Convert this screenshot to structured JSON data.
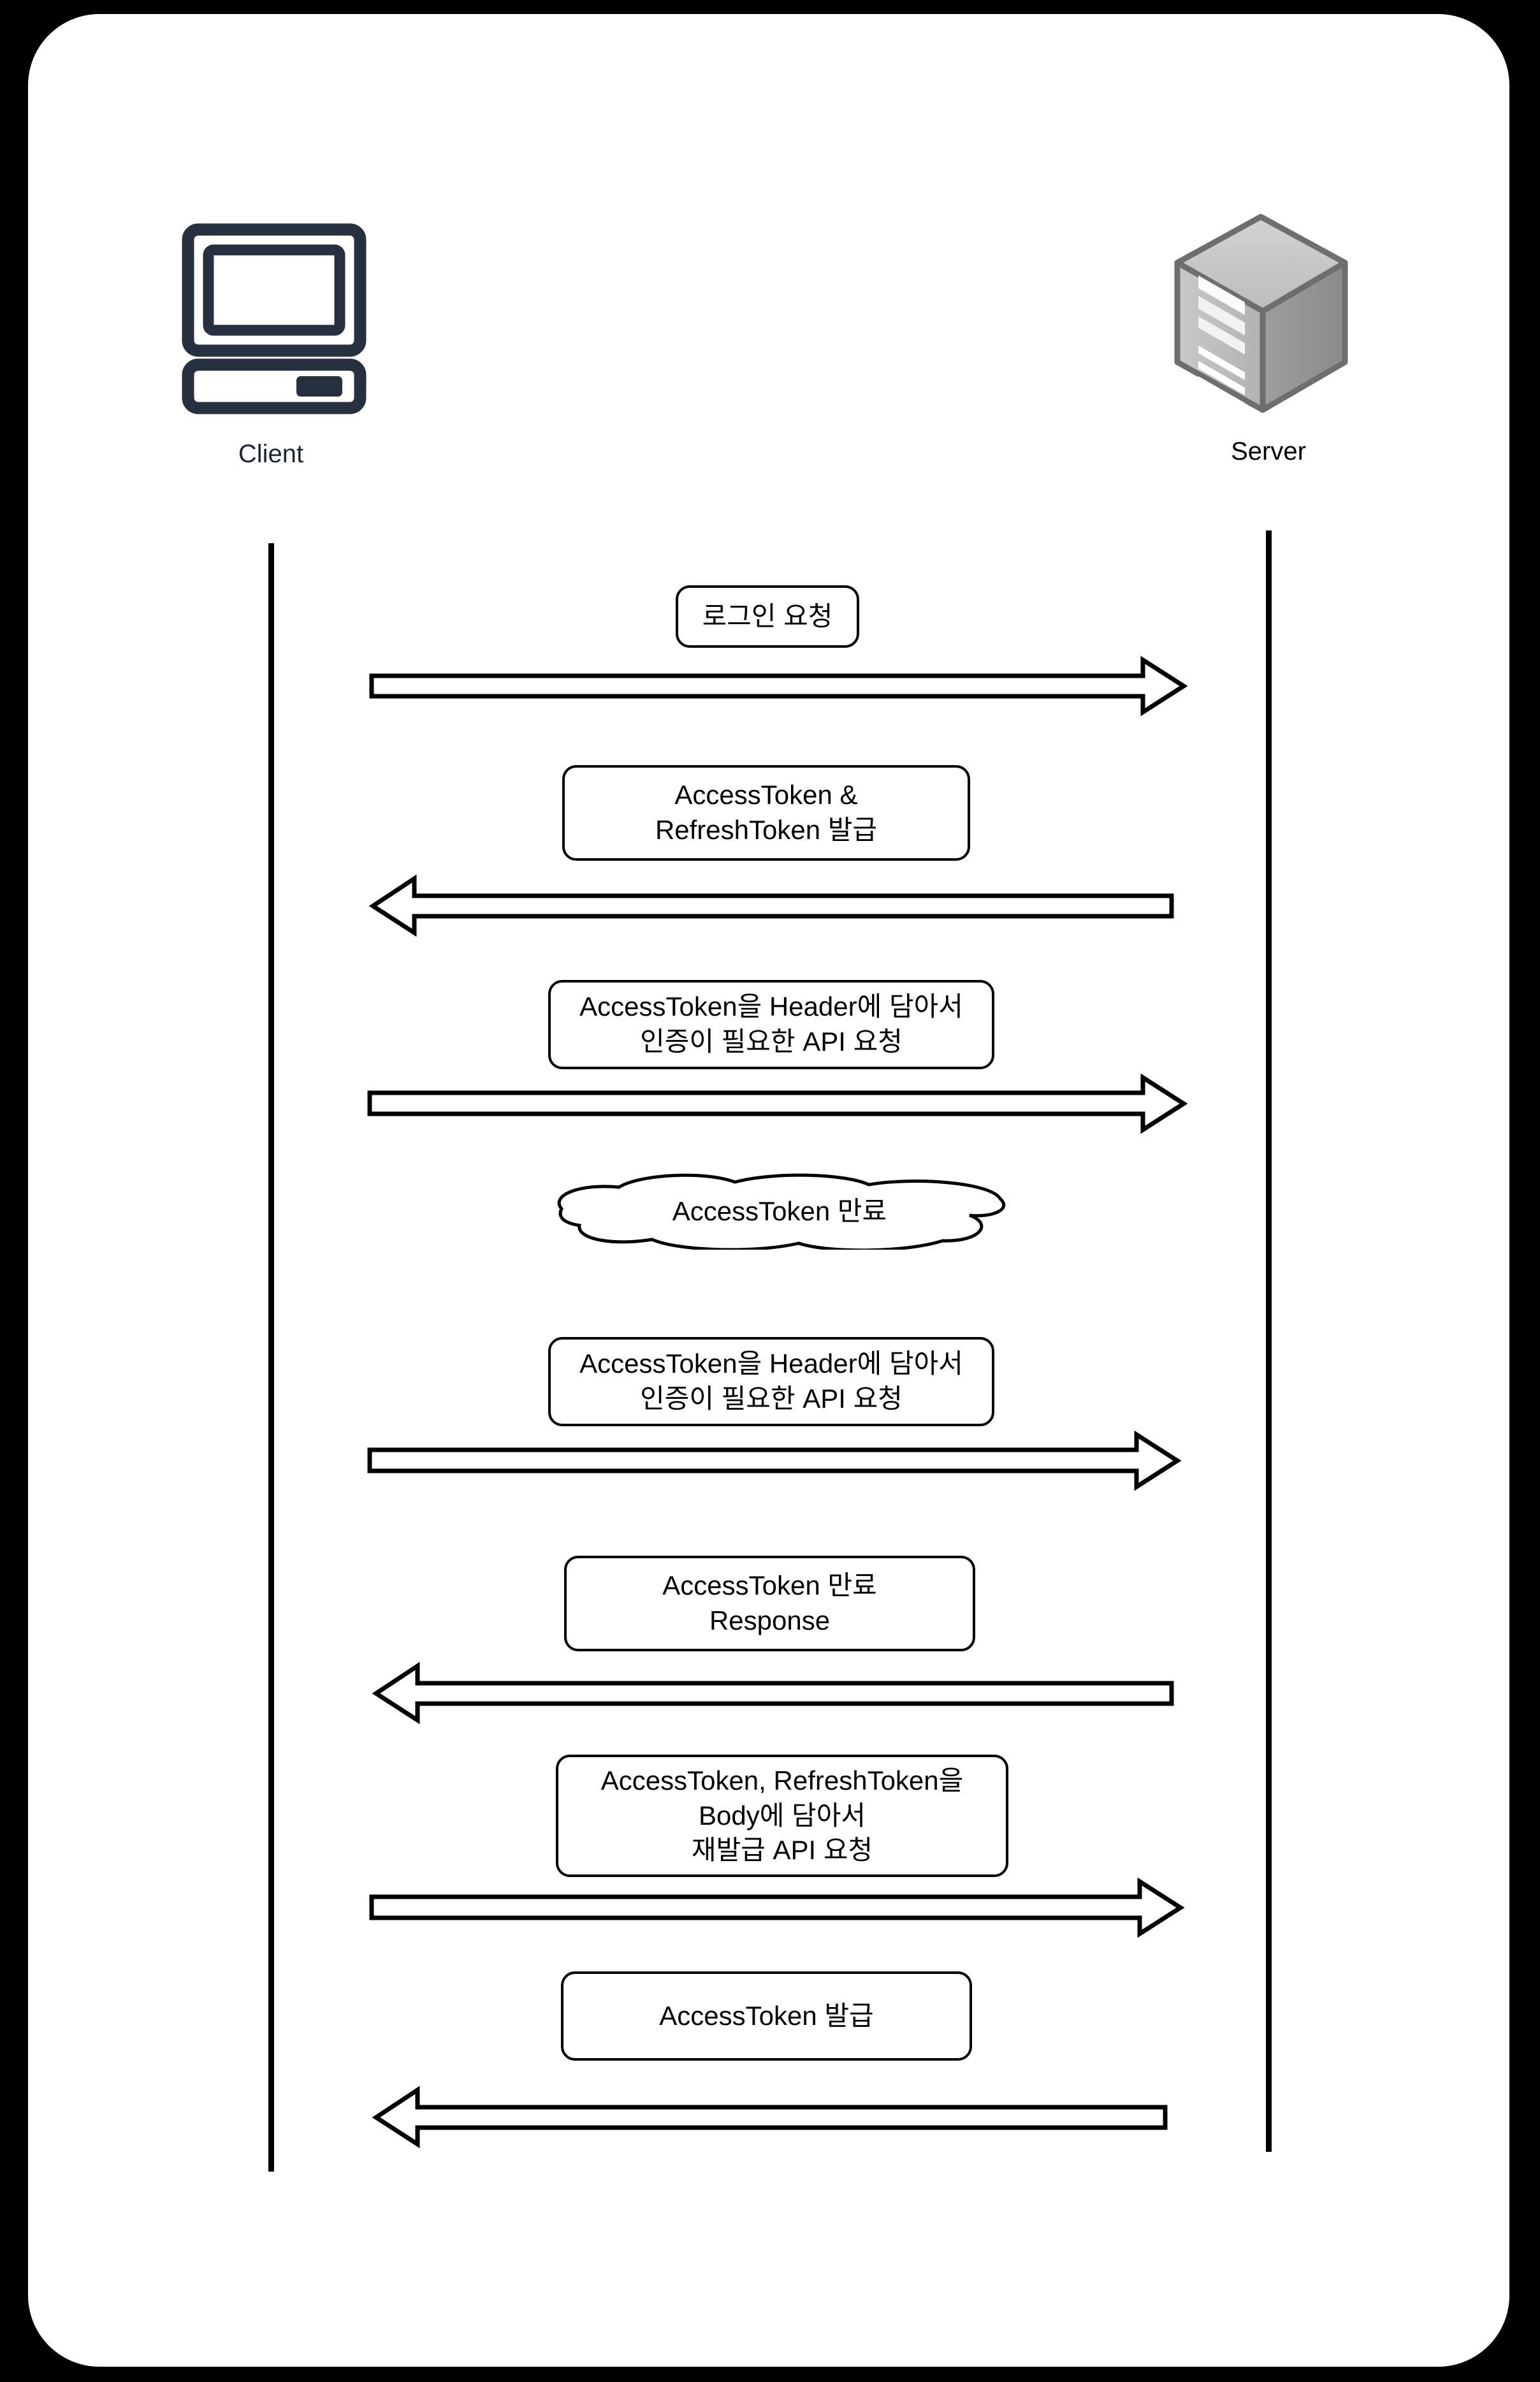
{
  "diagram": {
    "title": "JWT AccessToken / RefreshToken sequence diagram",
    "frame_background": "#000000",
    "page_background": "#ffffff",
    "actors": [
      {
        "id": "client",
        "label": "Client",
        "icon": "desktop-computer-icon",
        "color": "#27303f"
      },
      {
        "id": "server",
        "label": "Server",
        "icon": "server-tower-icon",
        "color": "#8c8c8c"
      }
    ],
    "messages": [
      {
        "index": 1,
        "label": "로그인 요청",
        "direction": "client-to-server",
        "shape": "rounded-rect",
        "lines": 1
      },
      {
        "index": 2,
        "label": "AccessToken &\nRefreshToken 발급",
        "direction": "server-to-client",
        "shape": "rounded-rect",
        "lines": 2
      },
      {
        "index": 3,
        "label": "AccessToken을 Header에 담아서\n인증이 필요한 API 요청",
        "direction": "client-to-server",
        "shape": "rounded-rect",
        "lines": 2
      },
      {
        "index": 4,
        "label": "AccessToken 만료",
        "direction": "none",
        "shape": "cloud",
        "lines": 1
      },
      {
        "index": 5,
        "label": "AccessToken을 Header에 담아서\n인증이 필요한 API 요청",
        "direction": "client-to-server",
        "shape": "rounded-rect",
        "lines": 2
      },
      {
        "index": 6,
        "label": "AccessToken 만료\nResponse",
        "direction": "server-to-client",
        "shape": "rounded-rect",
        "lines": 2
      },
      {
        "index": 7,
        "label": "AccessToken, RefreshToken을\nBody에 담아서\n재발급 API 요청",
        "direction": "client-to-server",
        "shape": "rounded-rect",
        "lines": 3
      },
      {
        "index": 8,
        "label": "AccessToken 발급",
        "direction": "server-to-client",
        "shape": "rounded-rect",
        "lines": 1
      }
    ]
  }
}
